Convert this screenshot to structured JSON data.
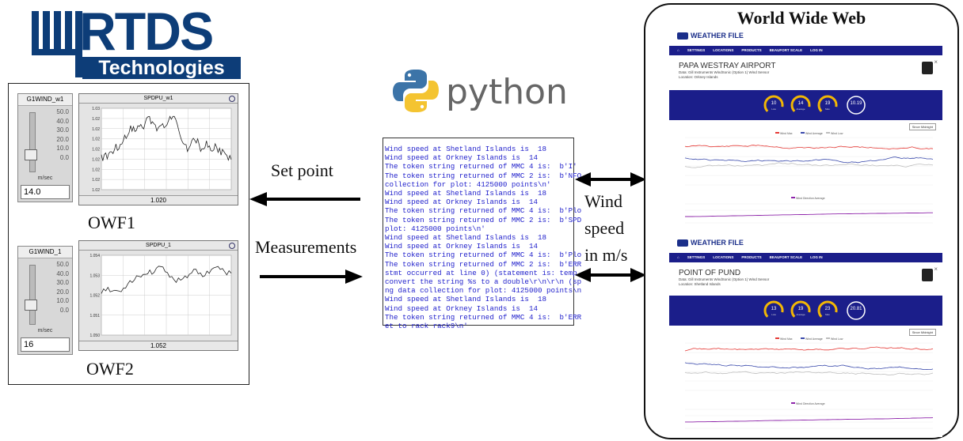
{
  "logo": {
    "name": "RTDS",
    "tagline": "Technologies"
  },
  "owf1": {
    "label": "OWF1",
    "slider": {
      "title": "G1WIND_w1",
      "ticks": [
        "50.0",
        "40.0",
        "30.0",
        "20.0",
        "10.0",
        "0.0"
      ],
      "unit": "m/sec",
      "value": "14.0",
      "level": 0.28
    },
    "plot": {
      "title": "SPDPU_w1",
      "yticks": [
        "1.03",
        "1.02",
        "1.02",
        "1.02",
        "1.02",
        "1.02",
        "1.02",
        "1.02",
        "1.02"
      ],
      "footer": "1.020"
    }
  },
  "owf2": {
    "label": "OWF2",
    "slider": {
      "title": "G1WIND_1",
      "ticks": [
        "50.0",
        "40.0",
        "30.0",
        "20.0",
        "10.0",
        "0.0"
      ],
      "unit": "m/sec",
      "value": "16",
      "level": 0.32
    },
    "plot": {
      "title": "SPDPU_1",
      "yticks": [
        "1.054",
        "1.053",
        "1.052",
        "1.051",
        "1.050"
      ],
      "footer": "1.052"
    }
  },
  "python": {
    "name": "python"
  },
  "arrows": {
    "set_point": "Set point",
    "measurements": "Measurements",
    "wind_line1": "Wind",
    "wind_line2": "speed",
    "wind_line3": "in m/s"
  },
  "console": [
    "Wind speed at Shetland Islands is  18",
    "Wind speed at Orkney Islands is  14",
    "The token string returned of MMC 4 is:  b'I'",
    "The token string returned of MMC 2 is:  b'NFO",
    "collection for plot: 4125000 points\\n'",
    "Wind speed at Shetland Islands is  18",
    "Wind speed at Orkney Islands is  14",
    "The token string returned of MMC 4 is:  b'Plo",
    "The token string returned of MMC 2 is:  b'SPD",
    "plot: 4125000 points\\n'",
    "Wind speed at Shetland Islands is  18",
    "Wind speed at Orkney Islands is  14",
    "The token string returned of MMC 4 is:  b'Plo",
    "The token string returned of MMC 2 is:  b'ERR",
    "stmt occurred at line 0) (statement is: temp_",
    "convert the string %s to a double\\r\\n\\r\\n (sp",
    "ng data collection for plot: 4125000 points\\n",
    "Wind speed at Shetland Islands is  18",
    "Wind speed at Orkney Islands is  14",
    "The token string returned of MMC 4 is:  b'ERR",
    "et to rack rack9\\n'"
  ],
  "web": {
    "title": "World Wide Web",
    "site1": {
      "brand": "WEATHER FILE",
      "nav": [
        "SETTINGS",
        "LOCATIONS",
        "PRODUCTS",
        "BEAUFORT SCALE",
        "LOG IN"
      ],
      "station": "PAPA WESTRAY AIRPORT",
      "meta1": "Data: Gill Instruments WindSonic (Option 1) Wind Sensor",
      "meta2": "Location: Orkney Islands",
      "gauges": [
        {
          "value": "10",
          "label": "Low"
        },
        {
          "value": "14",
          "label": "Average"
        },
        {
          "value": "19",
          "label": "Max"
        }
      ],
      "direction": "10.19",
      "dropdown": "Since Midnight",
      "legend1": [
        "Wind Max",
        "Wind Average",
        "Wind Low"
      ],
      "legend2": "Wind Direction Average"
    },
    "site2": {
      "brand": "WEATHER FILE",
      "nav": [
        "SETTINGS",
        "LOCATIONS",
        "PRODUCTS",
        "BEAUFORT SCALE",
        "LOG IN"
      ],
      "station": "POINT OF PUND",
      "meta1": "Data: Gill Instruments WindSonic (Option 1) Wind Sensor",
      "meta2": "Location: Shetland Islands",
      "gauges": [
        {
          "value": "13",
          "label": "Low"
        },
        {
          "value": "19",
          "label": "Average"
        },
        {
          "value": "23",
          "label": "Max"
        }
      ],
      "direction": "20.81",
      "dropdown": "Since Midnight",
      "legend1": [
        "Wind Max",
        "Wind Average",
        "Wind Low"
      ],
      "legend2": "Wind Direction Average"
    }
  },
  "colors": {
    "brand_blue": "#0d3d78",
    "console_text": "#2222cc",
    "wf_navy": "#1b1e8a",
    "gauge_gold": "#f2b705"
  }
}
